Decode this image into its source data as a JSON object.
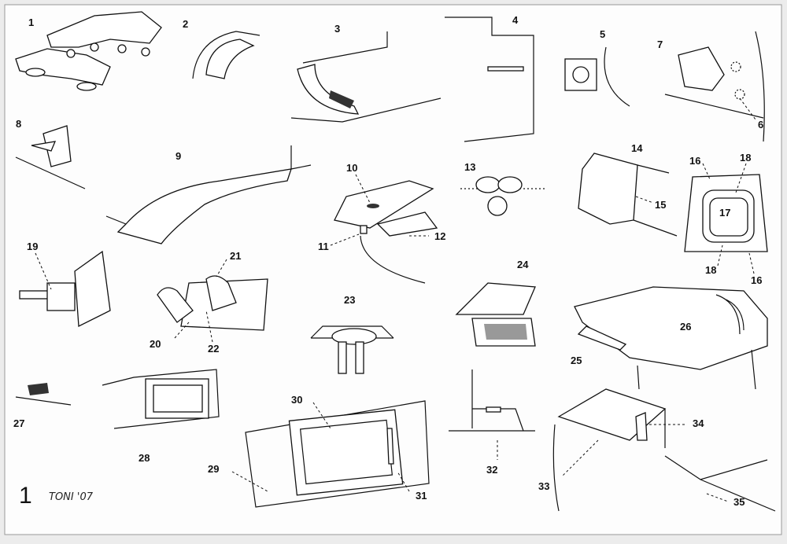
{
  "sheet": {
    "plate_number": "1",
    "signature": "TONI '07",
    "ink_color": "#111111",
    "paper_color": "#fdfdfd"
  },
  "labels": {
    "l1": "1",
    "l2": "2",
    "l3": "3",
    "l4": "4",
    "l5": "5",
    "l6": "6",
    "l7": "7",
    "l8": "8",
    "l9": "9",
    "l10": "10",
    "l11": "11",
    "l12": "12",
    "l13": "13",
    "l14": "14",
    "l15": "15",
    "l16a": "16",
    "l16b": "16",
    "l17": "17",
    "l18a": "18",
    "l18b": "18",
    "l19": "19",
    "l20": "20",
    "l21": "21",
    "l22": "22",
    "l23": "23",
    "l24": "24",
    "l25": "25",
    "l26": "26",
    "l27": "27",
    "l28": "28",
    "l29": "29",
    "l30": "30",
    "l31": "31",
    "l32": "32",
    "l33": "33",
    "l34": "34",
    "l35": "35"
  }
}
